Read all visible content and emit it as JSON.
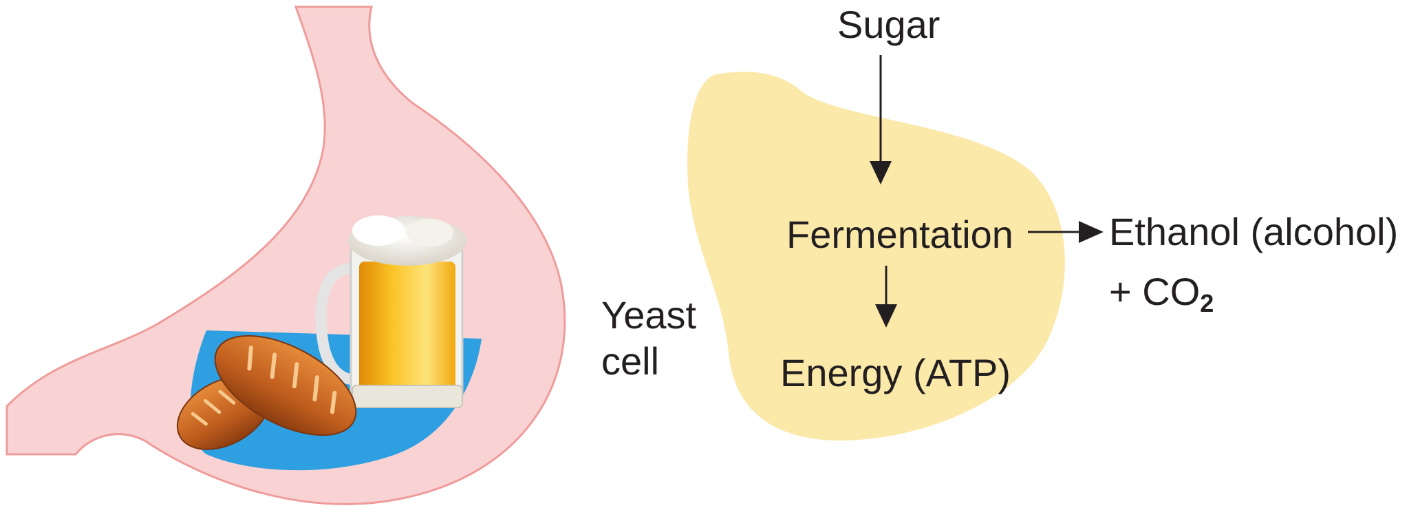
{
  "diagram": {
    "title": "Fermentation in yeast and bread/beer in stomach",
    "labels": {
      "sugar": "Sugar",
      "fermentation": "Fermentation",
      "ethanol": "Ethanol (alcohol)",
      "co2_prefix": "+ CO",
      "co2_subscript": "2",
      "energy": "Energy (ATP)",
      "yeast_line1": "Yeast",
      "yeast_line2": "cell"
    },
    "colors": {
      "stomach_fill": "#f9d3d3",
      "stomach_outline": "#ef9b9b",
      "gastric_fluid": "#2e9fe0",
      "yeast_cell": "#fbe9a9",
      "arrow": "#231f20",
      "text": "#231f20",
      "bread": "#c8651f",
      "beer": "#f4b31a"
    }
  }
}
